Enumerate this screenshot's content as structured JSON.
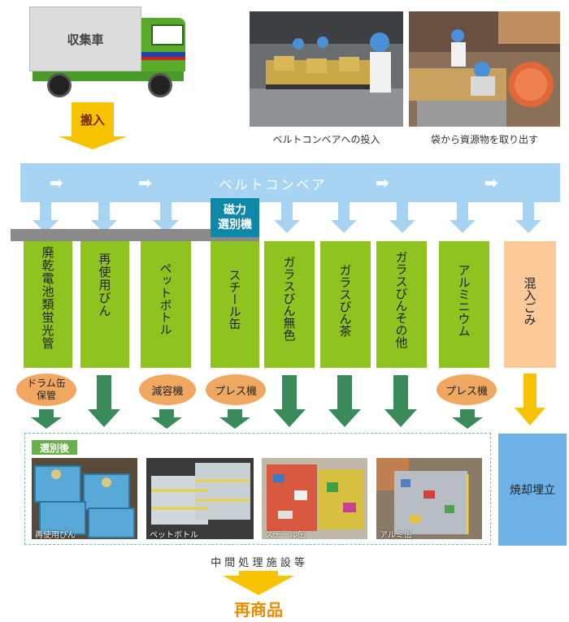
{
  "truck": {
    "label": "収集車"
  },
  "intake": {
    "label": "搬入"
  },
  "photos": [
    {
      "caption": "ベルトコンベアへの投入"
    },
    {
      "caption": "袋から資源物を取り出す"
    }
  ],
  "conveyor": {
    "label": "ベルトコンベア"
  },
  "magnet": {
    "line1": "磁力",
    "line2": "選別機"
  },
  "bins": [
    {
      "label": "廃乾電池類蛍光管"
    },
    {
      "label": "再使用びん"
    },
    {
      "label": "ペットボトル"
    },
    {
      "label": "スチール缶"
    },
    {
      "label": "ガラスびん無色"
    },
    {
      "label": "ガラスびん茶"
    },
    {
      "label": "ガラスびんその他"
    },
    {
      "label": "アルミニウム"
    },
    {
      "label": "混入ごみ"
    }
  ],
  "processes": [
    {
      "line1": "ドラム缶",
      "line2": "保管"
    },
    {
      "line1": "減容機",
      "line2": ""
    },
    {
      "line1": "プレス機",
      "line2": ""
    },
    {
      "line1": "プレス機",
      "line2": ""
    }
  ],
  "sorted": {
    "title": "選別後",
    "items": [
      {
        "label": "再使用びん"
      },
      {
        "label": "ペットボトル"
      },
      {
        "label": "スチール缶"
      },
      {
        "label": "アルミ缶"
      }
    ]
  },
  "incinerate": {
    "label": "焼却埋立"
  },
  "facility": {
    "label": "中 間 処 理 施 設 等"
  },
  "final": {
    "label": "再商品"
  },
  "colors": {
    "green": "#8fc31f",
    "dark_green": "#3a8a5a",
    "orange_bubble": "#f0a860",
    "conveyor": "#a8d4f4",
    "magnet": "#0e88a8",
    "yellow": "#f7c300",
    "peach": "#fcc998",
    "blue_box": "#6eb1e6"
  }
}
